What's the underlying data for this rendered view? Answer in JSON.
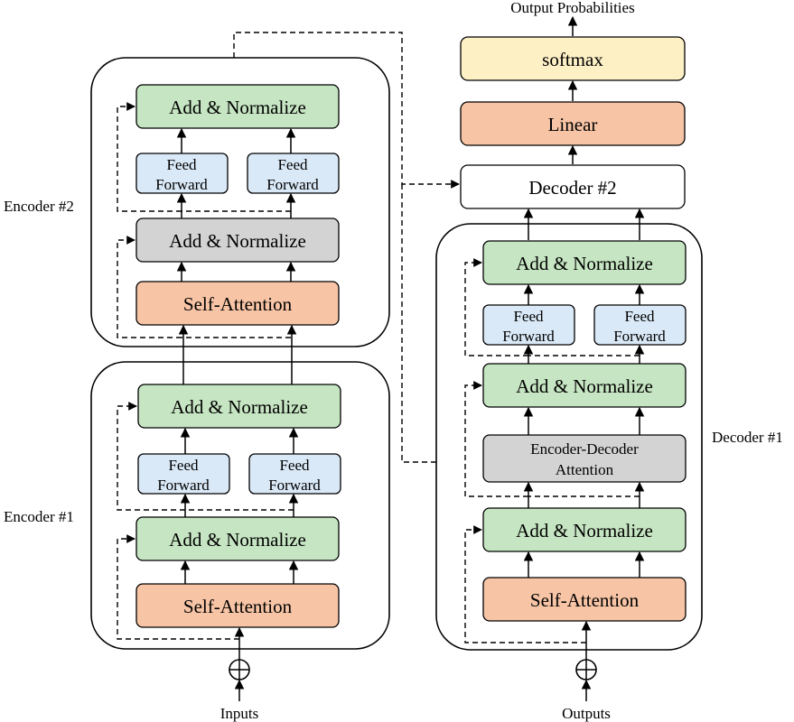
{
  "colors": {
    "green": "#c6e5c2",
    "blue": "#dae9f7",
    "orange": "#f7c4a5",
    "gray": "#d3d3d3",
    "yellow": "#fdf0c5",
    "white": "#ffffff"
  },
  "labels": {
    "inputs": "Inputs",
    "outputs": "Outputs",
    "output_probabilities": "Output Probabilities",
    "encoder1": "Encoder #1",
    "encoder2": "Encoder #2",
    "decoder1": "Decoder #1",
    "decoder2": "Decoder #2",
    "softmax": "softmax",
    "linear": "Linear",
    "add_normalize": "Add & Normalize",
    "self_attention": "Self-Attention",
    "feed": "Feed",
    "forward": "Forward",
    "enc_dec_line1": "Encoder-Decoder",
    "enc_dec_line2": "Attention",
    "plus": "+"
  }
}
